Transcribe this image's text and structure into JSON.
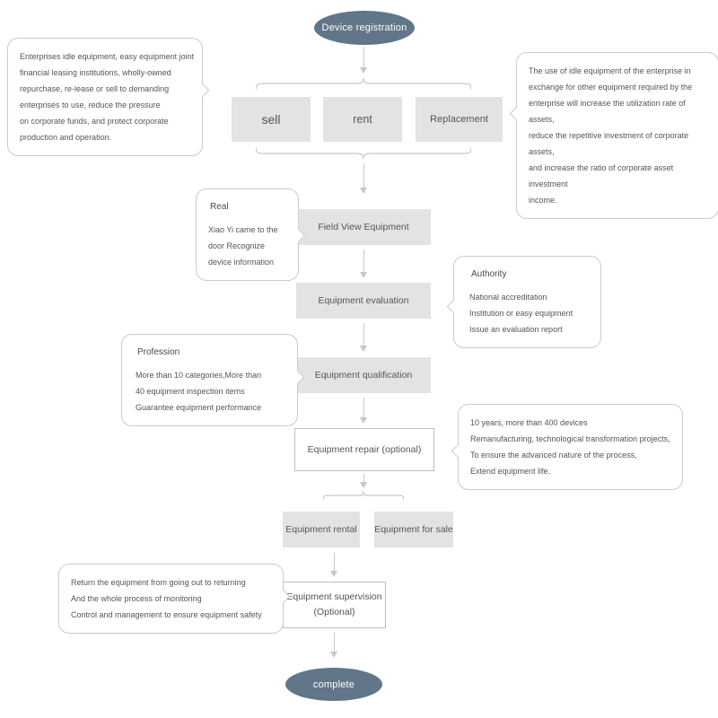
{
  "palette": {
    "node_fill": "#617689",
    "node_text": "#ffffff",
    "box_fill": "#e3e3e4",
    "box_text": "#555555",
    "outline": "#c6ccd2",
    "connector": "#c3c8cd"
  },
  "nodes": {
    "start": "Device registration",
    "end": "complete"
  },
  "options": {
    "sell": "sell",
    "rent": "rent",
    "replacement": "Replacement"
  },
  "steps": {
    "field_view": "Field View Equipment",
    "evaluation": "Equipment evaluation",
    "qualification": "Equipment qualification",
    "repair": "Equipment repair (optional)",
    "rental": "Equipment  rental",
    "sale": "Equipment for sale",
    "supervision": "Equipment supervision",
    "supervision_note": "(Optional)"
  },
  "callouts": {
    "idle": {
      "lines": [
        "Enterprises idle equipment, easy equipment joint",
        "financial leasing institutions, wholly-owned",
        "repurchase, re-lease or sell to demanding",
        "enterprises to use, reduce the pressure",
        "on corporate funds, and protect corporate",
        "production and operation."
      ]
    },
    "exchange": {
      "lines": [
        "The use of idle equipment of the enterprise in",
        "exchange for other equipment required by the",
        "enterprise will increase the utilization rate of assets,",
        "reduce the repetitive investment of corporate assets,",
        "and increase the ratio of corporate asset investment",
        "income."
      ]
    },
    "real": {
      "title": "Real",
      "lines": [
        "Xiao Yi came to the",
        "door  Recognize",
        "device information"
      ]
    },
    "authority": {
      "title": "Authority",
      "lines": [
        "National accreditation",
        "Institution or easy equipment",
        "Issue an evaluation report"
      ]
    },
    "profession": {
      "title": "Profession",
      "lines": [
        "More than 10 categories,More than",
        "40  equipment inspection items",
        "Guarantee equipment performance"
      ]
    },
    "repair_info": {
      "lines": [
        "10 years, more than 400 devices",
        "Remanufacturing, technological transformation projects,",
        "To ensure the advanced nature of the process,",
        "Extend equipment life."
      ]
    },
    "supervision_info": {
      "lines": [
        "Return the equipment from going out to returning",
        "And the whole process of monitoring",
        "Control and management to ensure equipment safety"
      ]
    }
  }
}
